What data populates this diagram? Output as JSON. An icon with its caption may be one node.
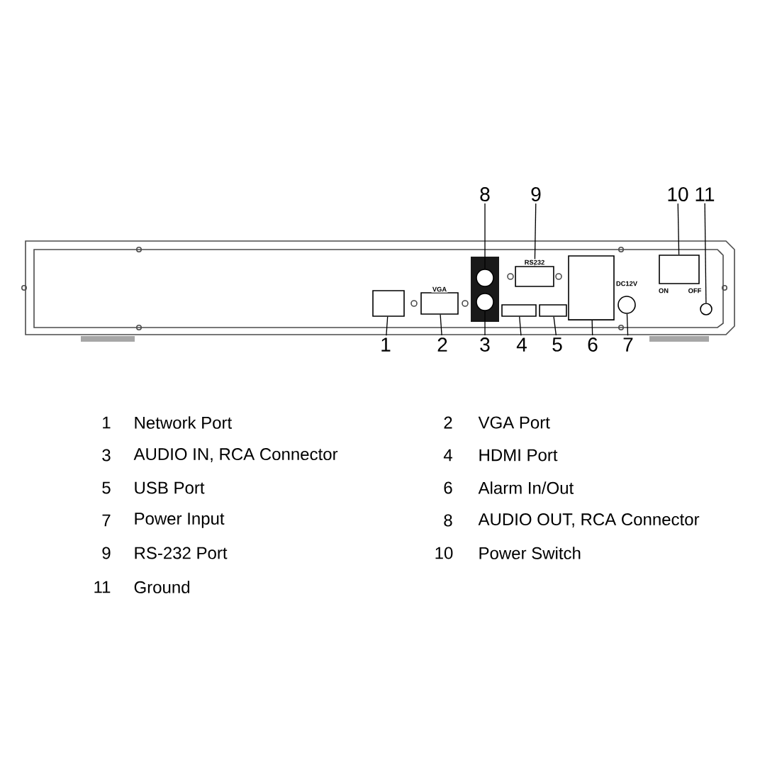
{
  "diagram": {
    "nodes": [
      {
        "text": [
          "1"
        ]
      },
      {
        "text": [
          "2"
        ]
      },
      {
        "text": [
          "3"
        ]
      },
      {
        "text": [
          "4"
        ]
      },
      {
        "text": [
          "5"
        ]
      },
      {
        "text": [
          "6"
        ]
      },
      {
        "text": [
          "7"
        ]
      },
      {
        "text": [
          "8"
        ]
      },
      {
        "text": [
          "9"
        ]
      },
      {
        "text": [
          "10"
        ]
      },
      {
        "text": [
          "11"
        ]
      },
      {
        "text": [],
        "shape": "box"
      },
      {
        "text": [],
        "shape": "box"
      },
      {
        "text": [],
        "shape": "circle"
      },
      {
        "text": [],
        "shape": "circle"
      },
      {
        "text": [],
        "shape": "box"
      },
      {
        "text": [],
        "shape": "box"
      },
      {
        "text": [],
        "shape": "box"
      },
      {
        "text": [],
        "shape": "box"
      },
      {
        "text": [],
        "shape": "circle"
      },
      {
        "text": [],
        "shape": "box"
      },
      {
        "text": [],
        "shape": "circle"
      }
    ],
    "edges": [
      {
        "from": 0,
        "to": 11,
        "arrow": "none"
      },
      {
        "from": 1,
        "to": 12,
        "arrow": "none"
      },
      {
        "from": 2,
        "to": 14,
        "arrow": "none"
      },
      {
        "from": 3,
        "to": 15,
        "arrow": "none"
      },
      {
        "from": 4,
        "to": 17,
        "arrow": "none"
      },
      {
        "from": 5,
        "to": 18,
        "arrow": "none"
      },
      {
        "from": 6,
        "to": 19,
        "arrow": "none"
      },
      {
        "from": 7,
        "to": 13,
        "arrow": "none"
      },
      {
        "from": 8,
        "to": 16,
        "arrow": "none"
      },
      {
        "from": 9,
        "to": 20,
        "arrow": "none"
      },
      {
        "from": 10,
        "to": 21,
        "arrow": "none"
      }
    ],
    "labels": [
      "RS232",
      "VGA",
      "DC12V",
      "ON",
      "OFF",
      "1",
      "Network Port",
      "2",
      "VGA Port",
      "3",
      "AUDIO IN, RCA Connector",
      "4",
      "HDMI Port",
      "5",
      "USB Port",
      "6",
      "Alarm In/Out",
      "7",
      "Power Input",
      "8",
      "AUDIO OUT, RCA Connector",
      "9",
      "RS-232 Port",
      "10",
      "Power Switch",
      "11",
      "Ground"
    ]
  }
}
